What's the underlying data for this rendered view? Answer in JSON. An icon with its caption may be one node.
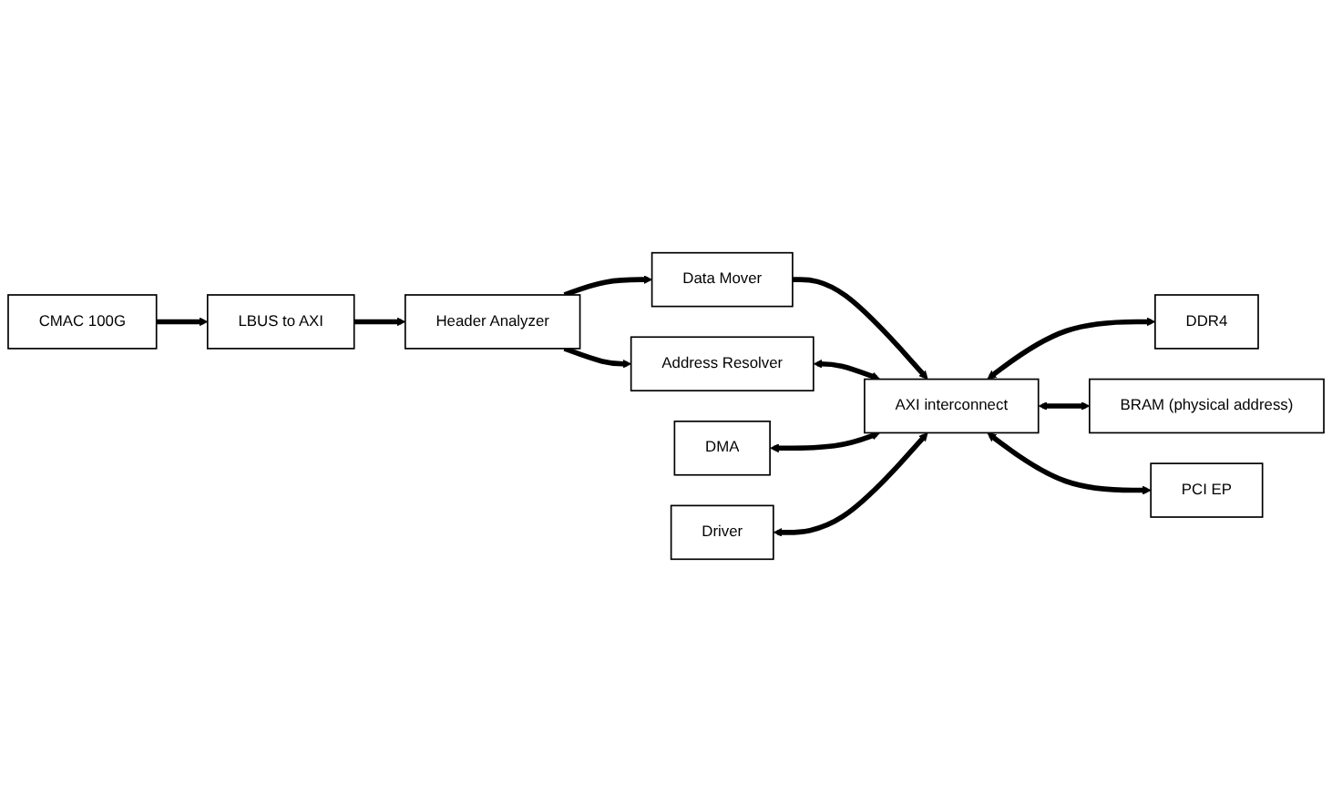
{
  "diagram": {
    "nodes": [
      {
        "text": [
          "CMAC 100G"
        ]
      },
      {
        "text": [
          "LBUS to AXI"
        ]
      },
      {
        "text": [
          "Header Analyzer"
        ]
      },
      {
        "text": [
          "Data Mover"
        ]
      },
      {
        "text": [
          "AXI interconnect"
        ]
      },
      {
        "text": [
          "DDR4"
        ]
      },
      {
        "text": [
          "Address Resolver"
        ]
      },
      {
        "text": [
          "BRAM (physical address)"
        ]
      },
      {
        "text": [
          "DMA"
        ]
      },
      {
        "text": [
          "PCI EP"
        ]
      },
      {
        "text": [
          "Driver"
        ]
      }
    ],
    "edges": [
      {
        "from": 0,
        "to": 1,
        "arrow": "to"
      },
      {
        "from": 1,
        "to": 2,
        "arrow": "to"
      },
      {
        "from": 2,
        "to": 3,
        "arrow": "to"
      },
      {
        "from": 3,
        "to": 4,
        "arrow": "to"
      },
      {
        "from": 2,
        "to": 6,
        "arrow": "to"
      },
      {
        "from": 4,
        "to": 5,
        "arrow": "both"
      },
      {
        "from": 6,
        "to": 4,
        "arrow": "both"
      },
      {
        "from": 4,
        "to": 7,
        "arrow": "both"
      },
      {
        "from": 8,
        "to": 4,
        "arrow": "both"
      },
      {
        "from": 4,
        "to": 9,
        "arrow": "both"
      },
      {
        "from": 10,
        "to": 4,
        "arrow": "both"
      }
    ]
  }
}
